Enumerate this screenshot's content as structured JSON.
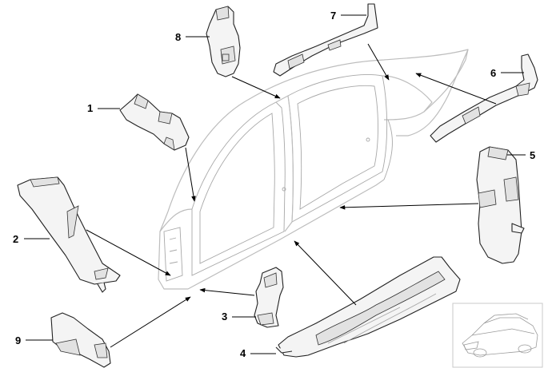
{
  "callouts": [
    {
      "id": "c1",
      "label": "1"
    },
    {
      "id": "c2",
      "label": "2"
    },
    {
      "id": "c3",
      "label": "3"
    },
    {
      "id": "c4",
      "label": "4"
    },
    {
      "id": "c5",
      "label": "5"
    },
    {
      "id": "c6",
      "label": "6"
    },
    {
      "id": "c7",
      "label": "7"
    },
    {
      "id": "c8",
      "label": "8"
    },
    {
      "id": "c9",
      "label": "9"
    }
  ]
}
